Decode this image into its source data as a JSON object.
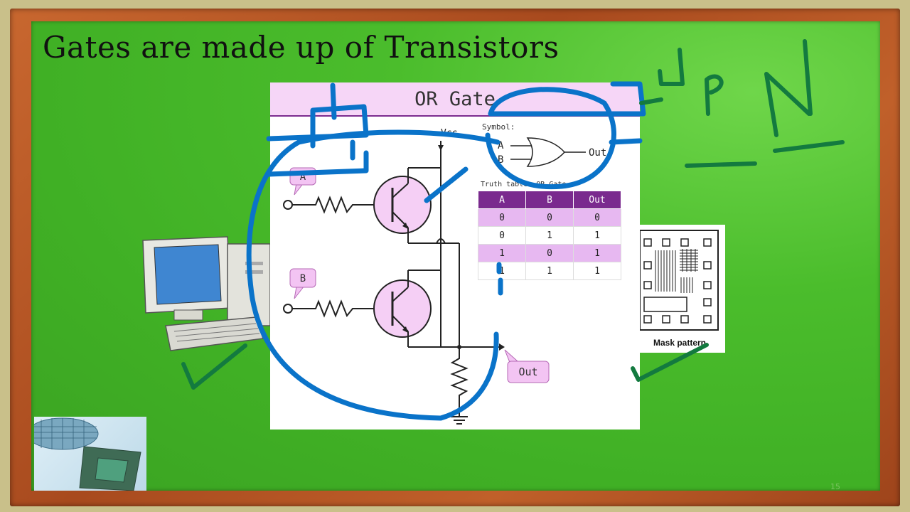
{
  "slide": {
    "title": "Gates are made up of Transistors",
    "page_number": "15"
  },
  "or_gate": {
    "heading": "OR Gate",
    "vcc_label": "Vcc",
    "input_a_label": "A",
    "input_b_label": "B",
    "out_label": "Out",
    "symbol_label": "Symbol:",
    "symbol_input_a": "A",
    "symbol_input_b": "B",
    "symbol_output": "Out",
    "truth_table_label": "Truth table: OR Gate",
    "truth_table": {
      "headers": [
        "A",
        "B",
        "Out"
      ],
      "rows": [
        [
          "0",
          "0",
          "0"
        ],
        [
          "0",
          "1",
          "1"
        ],
        [
          "1",
          "0",
          "1"
        ],
        [
          "1",
          "1",
          "1"
        ]
      ]
    }
  },
  "mask_panel": {
    "caption": "Mask pattern"
  },
  "handwriting": {
    "letters": "P N"
  },
  "colors": {
    "board_green": "#40b025",
    "frame_wood": "#b85526",
    "ink_blue": "#0a73c9",
    "ink_green": "#137a3f",
    "gate_header": "#f6d6f7",
    "table_header": "#7a2a8e",
    "table_alt_row": "#e7b8f1"
  }
}
